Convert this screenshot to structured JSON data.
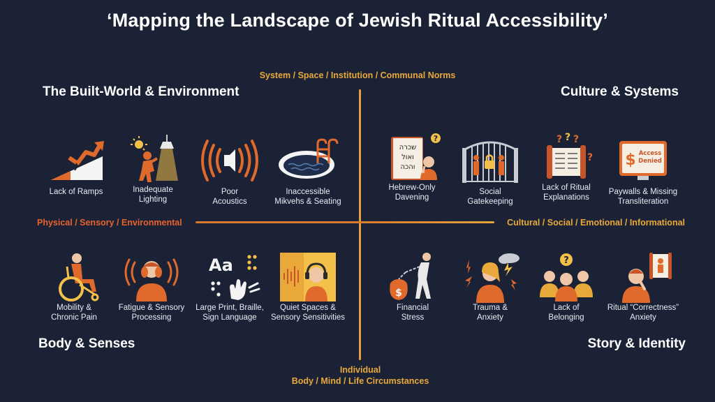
{
  "title": "‘Mapping the Landscape of Jewish Ritual Accessibility’",
  "axes": {
    "top": "System / Space / Institution / Communal Norms",
    "left": "Physical / Sensory / Environmental",
    "right": "Cultural / Social / Emotional / Informational",
    "bottom_line1": "Individual",
    "bottom_line2": "Body / Mind / Life Circumstances"
  },
  "quadrants": {
    "top_left": "The Built-World & Environment",
    "top_right": "Culture & Systems",
    "bottom_left": "Body & Senses",
    "bottom_right": "Story & Identity"
  },
  "items": {
    "ramps": {
      "line1": "Lack of Ramps",
      "line2": "",
      "icon": "broken-ramp-icon"
    },
    "lighting": {
      "line1": "Inadequate",
      "line2": "Lighting",
      "icon": "dim-lamp-icon"
    },
    "acoustics": {
      "line1": "Poor",
      "line2": "Acoustics",
      "icon": "speaker-icon"
    },
    "mikveh": {
      "line1": "Inaccessible",
      "line2": "Mikvehs & Seating",
      "icon": "pool-ladder-icon"
    },
    "hebrew": {
      "line1": "Hebrew-Only",
      "line2": "Davening",
      "icon": "hebrew-book-icon",
      "book_text": [
        "שכרה",
        "ואול",
        "והכה"
      ]
    },
    "gatekeeping": {
      "line1": "Social",
      "line2": "Gatekeeping",
      "icon": "locked-gate-icon"
    },
    "explanations": {
      "line1": "Lack of Ritual",
      "line2": "Explanations",
      "icon": "scroll-question-icon"
    },
    "paywalls": {
      "line1": "Paywalls & Missing",
      "line2": "Transliteration",
      "icon": "access-denied-icon",
      "screen_text": [
        "Access",
        "Denied"
      ]
    },
    "mobility": {
      "line1": "Mobility &",
      "line2": "Chronic Pain",
      "icon": "wheelchair-icon"
    },
    "fatigue": {
      "line1": "Fatigue & Sensory",
      "line2": "Processing",
      "icon": "overwhelmed-person-icon"
    },
    "largeprint": {
      "line1": "Large Print, Braille,",
      "line2": "Sign Language",
      "icon": "braille-sign-icon",
      "glyph": "Aa"
    },
    "quiet": {
      "line1": "Quiet Spaces &",
      "line2": "Sensory Sensitivities",
      "icon": "headphones-icon"
    },
    "financial": {
      "line1": "Financial",
      "line2": "Stress",
      "icon": "money-bag-chain-icon",
      "glyph": "$"
    },
    "trauma": {
      "line1": "Trauma &",
      "line2": "Anxiety",
      "icon": "storm-cloud-person-icon"
    },
    "belonging": {
      "line1": "Lack of",
      "line2": "Belonging",
      "icon": "group-question-icon"
    },
    "correctness": {
      "line1": "Ritual “Correctness”",
      "line2": "Anxiety",
      "icon": "worried-person-icon"
    }
  },
  "colors": {
    "background": "#1b2236",
    "accent_orange": "#e8622c",
    "accent_gold": "#e3a23c",
    "text": "#ffffff"
  }
}
